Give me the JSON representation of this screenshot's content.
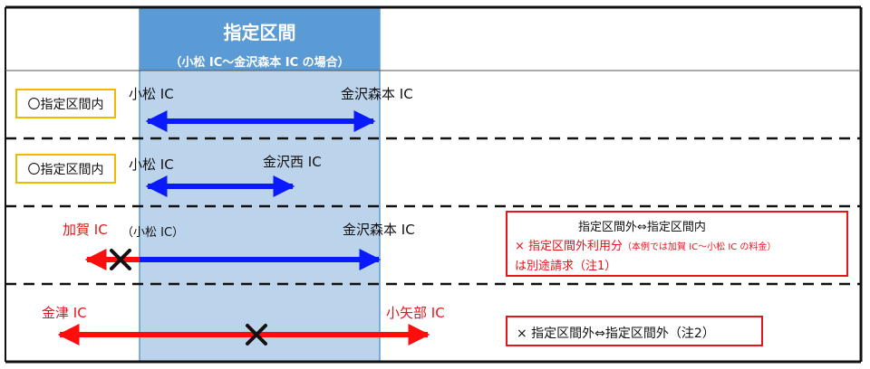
{
  "header": {
    "title": "指定区間",
    "subtitle": "（小松 IC～金沢森本 IC の場合）"
  },
  "rows": [
    {
      "tag": "〇指定区間内",
      "left_label": "小松 IC",
      "right_label": "金沢森本 IC"
    },
    {
      "tag": "〇指定区間内",
      "left_label": "小松 IC",
      "right_label": "金沢西 IC"
    },
    {
      "left_label": "加賀 IC",
      "left_sub_label": "（小松 IC）",
      "right_label": "金沢森本 IC",
      "note_line1": "指定区間外⇔指定区間内",
      "note_line2_main": "× 指定区間外利用分",
      "note_line2_small": "（本例では加賀 IC～小松 IC の料金）",
      "note_line3": "は別途請求（注1）"
    },
    {
      "left_label": "金津 IC",
      "right_label": "小矢部 IC",
      "note": "× 指定区間外⇔指定区間外（注2）"
    }
  ],
  "colors": {
    "band": "#bcd3ec",
    "band_header": "#5b9bd5",
    "blue_arrow": "#0a1aff",
    "red_arrow": "#ff0d0d",
    "tag_border": "#f2b800",
    "note_border": "#e8141b"
  },
  "icons": [
    "cross-mark-icon"
  ]
}
